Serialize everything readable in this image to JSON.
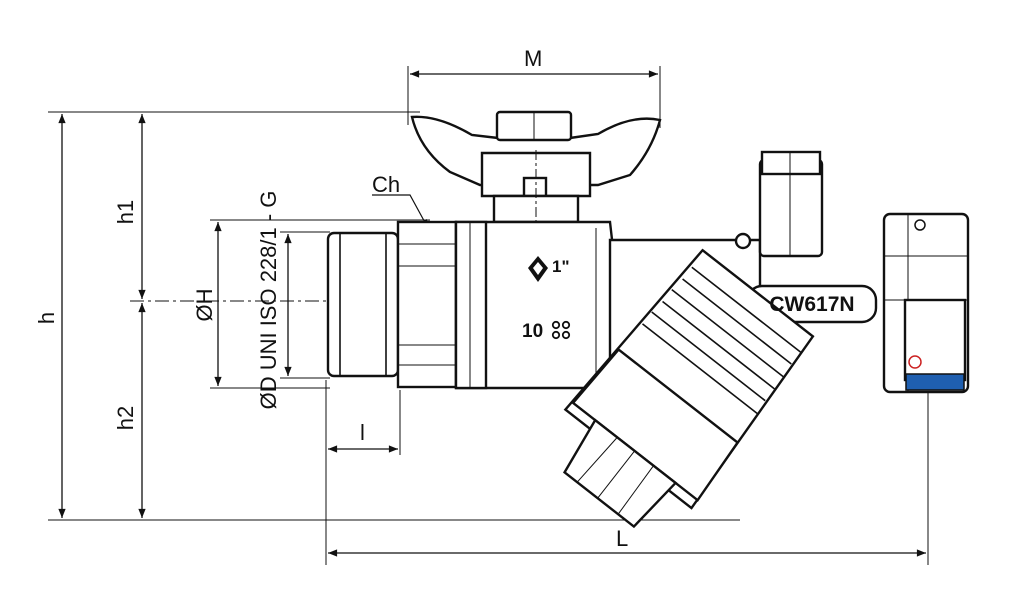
{
  "dimensions": {
    "M": "M",
    "h1": "h1",
    "h": "h",
    "h2": "h2",
    "L": "L",
    "l": "l",
    "oH": "ØH",
    "oD_thread": "ØD UNI ISO 228/1 - G",
    "Ch": "Ch"
  },
  "markings": {
    "size": "1\"",
    "pn": "10",
    "material": "CW617N"
  },
  "colors": {
    "line": "#111111",
    "background": "#ffffff",
    "seal_accent": "#1f5fb0"
  }
}
